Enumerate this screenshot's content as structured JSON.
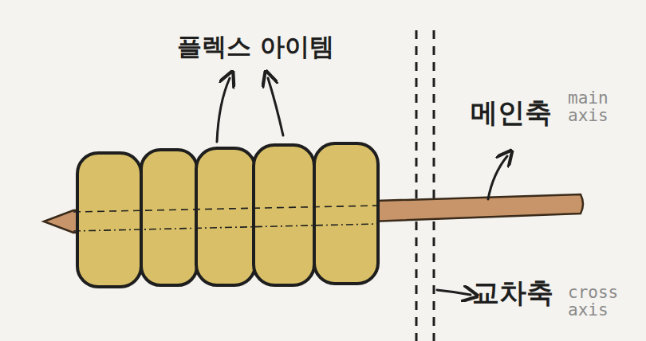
{
  "diagram": {
    "labels": [
      "플렉스 아이템",
      "메인축",
      "main axis",
      "교차축",
      "cross axis"
    ]
  }
}
